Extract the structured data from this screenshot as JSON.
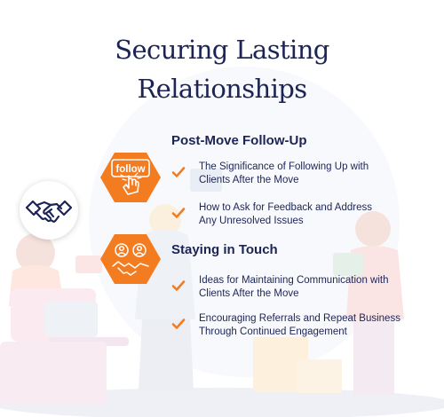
{
  "title": {
    "line1": "Securing Lasting",
    "line2": "Relationships"
  },
  "colors": {
    "accent": "#f47c20",
    "navy": "#1c2456"
  },
  "sections": [
    {
      "heading": "Post-Move Follow-Up",
      "icon": "follow-cursor-icon",
      "icon_text": "follow",
      "items": [
        {
          "line1": "The Significance of Following Up with",
          "line2": "Clients After the Move"
        },
        {
          "line1": "How to Ask for Feedback and Address",
          "line2": "Any Unresolved Issues"
        }
      ]
    },
    {
      "heading": "Staying in Touch",
      "icon": "people-handshake-icon",
      "items": [
        {
          "line1": "Ideas for Maintaining Communication with",
          "line2": "Clients After the Move"
        },
        {
          "line1": "Encouraging Referrals and Repeat Business",
          "line2": "Through Continued Engagement"
        }
      ]
    }
  ]
}
